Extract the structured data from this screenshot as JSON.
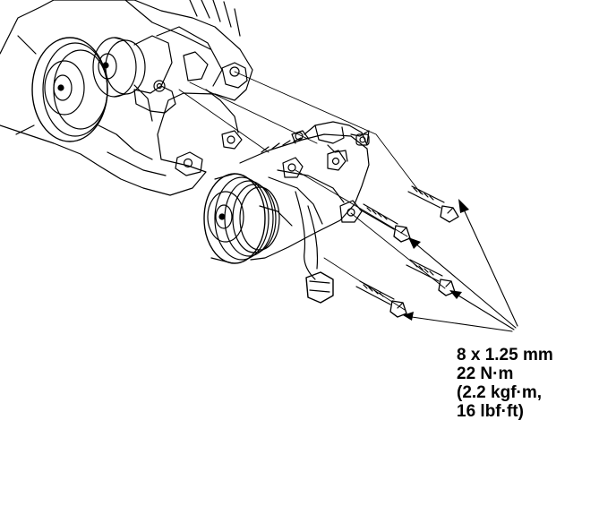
{
  "callout": {
    "lines": [
      "8 x 1.25 mm",
      "22 N·m",
      "(2.2 kgf·m,",
      "16 lbf·ft)"
    ]
  },
  "colors": {
    "ink": "#000000",
    "paper": "#ffffff"
  },
  "icons": {
    "pulley": "pulley-icon",
    "compressor": "ac-compressor-icon",
    "bolt": "bolt-icon"
  }
}
